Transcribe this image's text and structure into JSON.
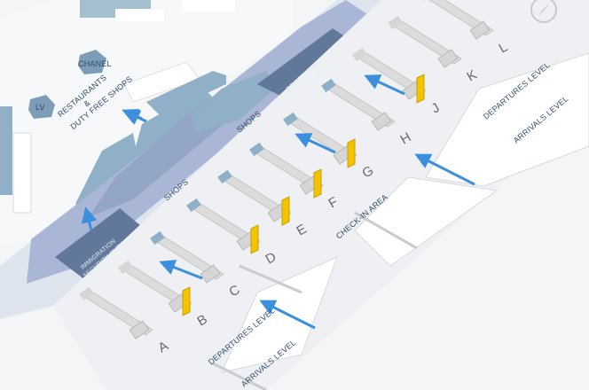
{
  "map": {
    "labels": {
      "chanel": "CHANEL",
      "lv": "LV",
      "restaurants_1": "RESTAURANTS",
      "restaurants_2": "&",
      "restaurants_3": "DUTY FREE SHOPS",
      "shops_upper": "SHOPS",
      "shops_lower": "SHOPS",
      "immigration_upper_1": "IMMIGRATION",
      "immigration_upper_2": "SECURITY CHECK",
      "immigration_lower_1": "IMMIGRATION",
      "immigration_lower_2": "SECURITY CHECK",
      "check_in": "CHECK-IN AREA",
      "departures_right": "DEPARTURES LEVEL",
      "arrivals_right": "ARRIVALS LEVEL",
      "departures_left": "DEPARTURES LEVEL",
      "arrivals_left": "ARRIVALS LEVEL"
    },
    "counters": [
      "A",
      "B",
      "C",
      "D",
      "E",
      "F",
      "G",
      "H",
      "J",
      "K",
      "L"
    ],
    "colors": {
      "concourse": "#a9b6d6",
      "immigration": "#62789a",
      "shop_blocks": "#8fb0c6",
      "counter": "#dcdcdc",
      "display_board": "#f2c400",
      "arrow": "#3b8fdc"
    },
    "compass_icon": "compass-icon"
  }
}
